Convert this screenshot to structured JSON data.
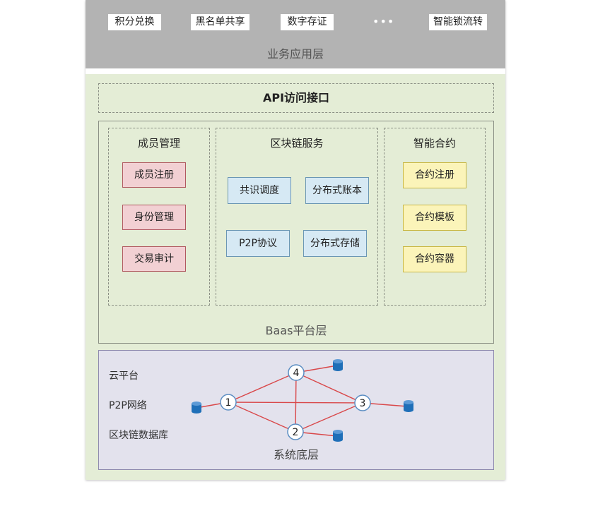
{
  "business_layer": {
    "items": [
      "积分兑换",
      "黑名单共享",
      "数字存证",
      "智能锁流转"
    ],
    "dots": "•••",
    "title": "业务应用层"
  },
  "api": {
    "label": "API访问接口"
  },
  "baas": {
    "title": "Baas平台层",
    "member": {
      "title": "成员管理",
      "items": [
        "成员注册",
        "身份管理",
        "交易审计"
      ]
    },
    "blockchain": {
      "title": "区块链服务",
      "items": [
        "共识调度",
        "分布式账本",
        "P2P协议",
        "分布式存储"
      ]
    },
    "contract": {
      "title": "智能合约",
      "items": [
        "合约注册",
        "合约模板",
        "合约容器"
      ]
    }
  },
  "system": {
    "title": "系统底层",
    "labels": [
      "云平台",
      "P2P网络",
      "区块链数据库"
    ],
    "nodes": [
      "1",
      "2",
      "3",
      "4"
    ]
  },
  "colors": {
    "top_layer": "#b3b3b3",
    "green_area": "#e4edd6",
    "bottom_area": "#e3e2ed",
    "link_red": "#d9484a",
    "database_blue": "#1f6fb8"
  }
}
